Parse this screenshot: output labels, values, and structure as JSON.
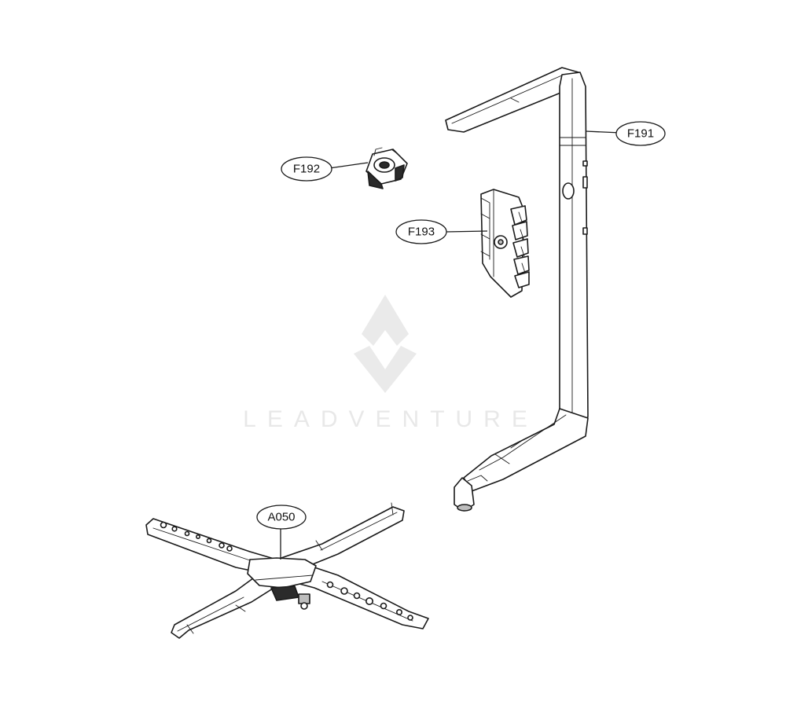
{
  "callouts": {
    "f191": "F191",
    "f192": "F192",
    "f193": "F193",
    "a050": "A050"
  },
  "watermark": {
    "text": "LEADVENTURE"
  },
  "colors": {
    "line": "#1a1a1a",
    "background": "#ffffff",
    "watermark": "#d9d9d9"
  }
}
